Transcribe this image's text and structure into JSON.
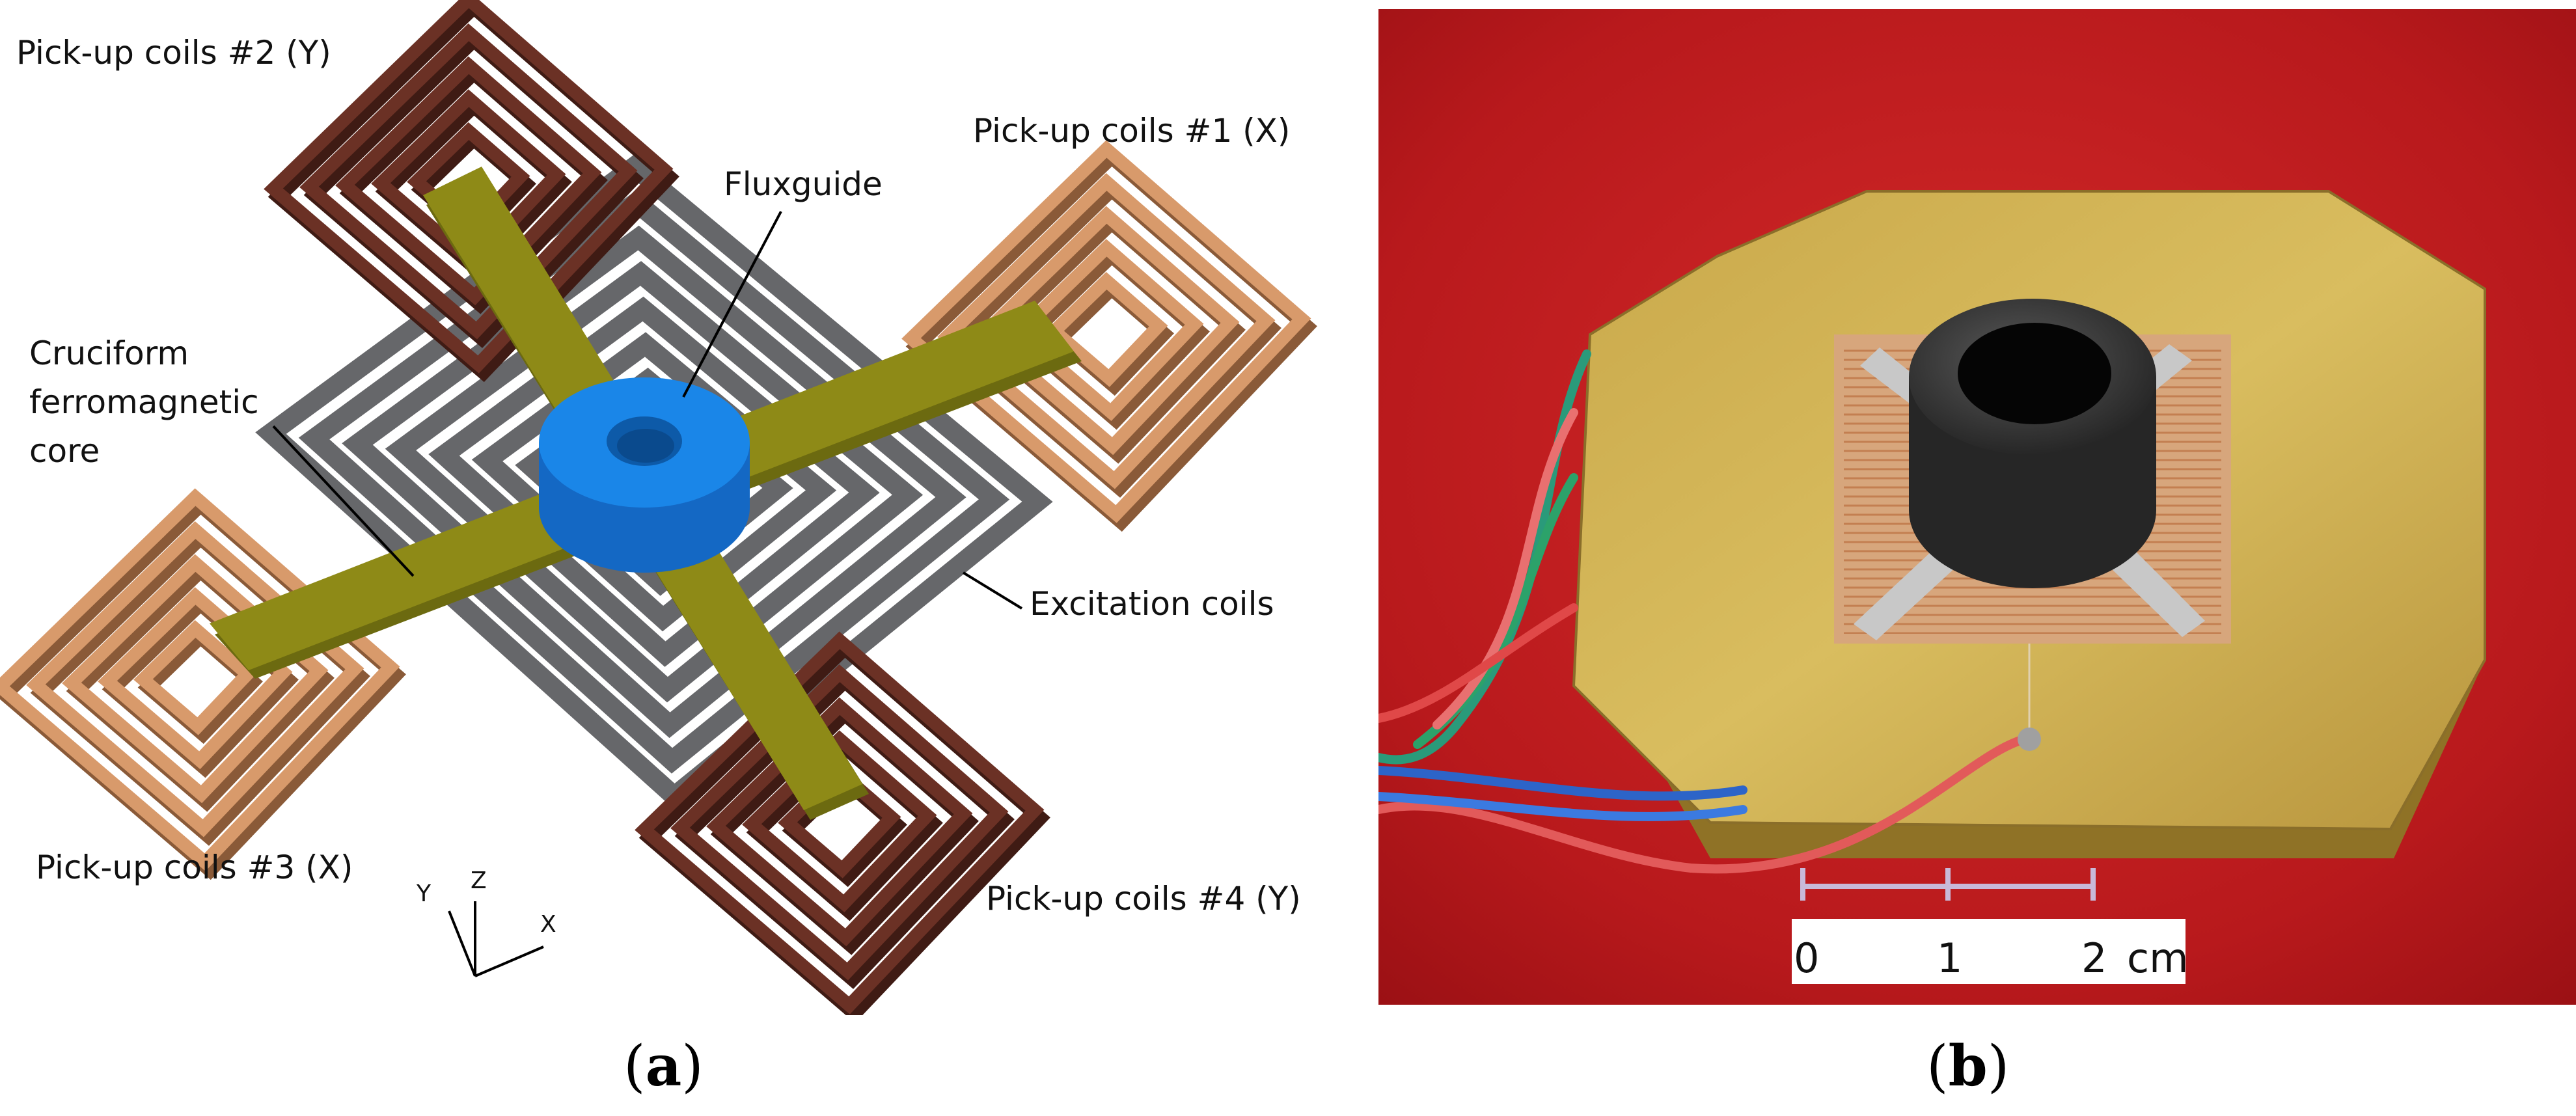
{
  "panel_a": {
    "labels": {
      "pickup2": "Pick-up coils #2 (Y)",
      "pickup1": "Pick-up coils #1 (X)",
      "pickup3": "Pick-up coils #3 (X)",
      "pickup4": "Pick-up coils #4 (Y)",
      "fluxguide": "Fluxguide",
      "core_line1": "Cruciform",
      "core_line2": "ferromagnetic",
      "core_line3": "core",
      "excitation": "Excitation coils"
    },
    "axes": {
      "y": "Y",
      "z": "Z",
      "x": "X"
    },
    "caption": {
      "open": "(",
      "letter": "a",
      "close": ")"
    }
  },
  "panel_b": {
    "scale": {
      "t0": "0",
      "t1": "1",
      "t2": "2",
      "unit": "cm"
    },
    "caption": {
      "open": "(",
      "letter": "b",
      "close": ")"
    }
  },
  "colors": {
    "pickup_dark": "#6b3125",
    "pickup_light": "#d89a6b",
    "excitation": "#66676a",
    "core": "#8e8a17",
    "fluxguide": "#1a86e8",
    "backdrop_red": "#c21c1f",
    "board": "#d2b04a"
  }
}
